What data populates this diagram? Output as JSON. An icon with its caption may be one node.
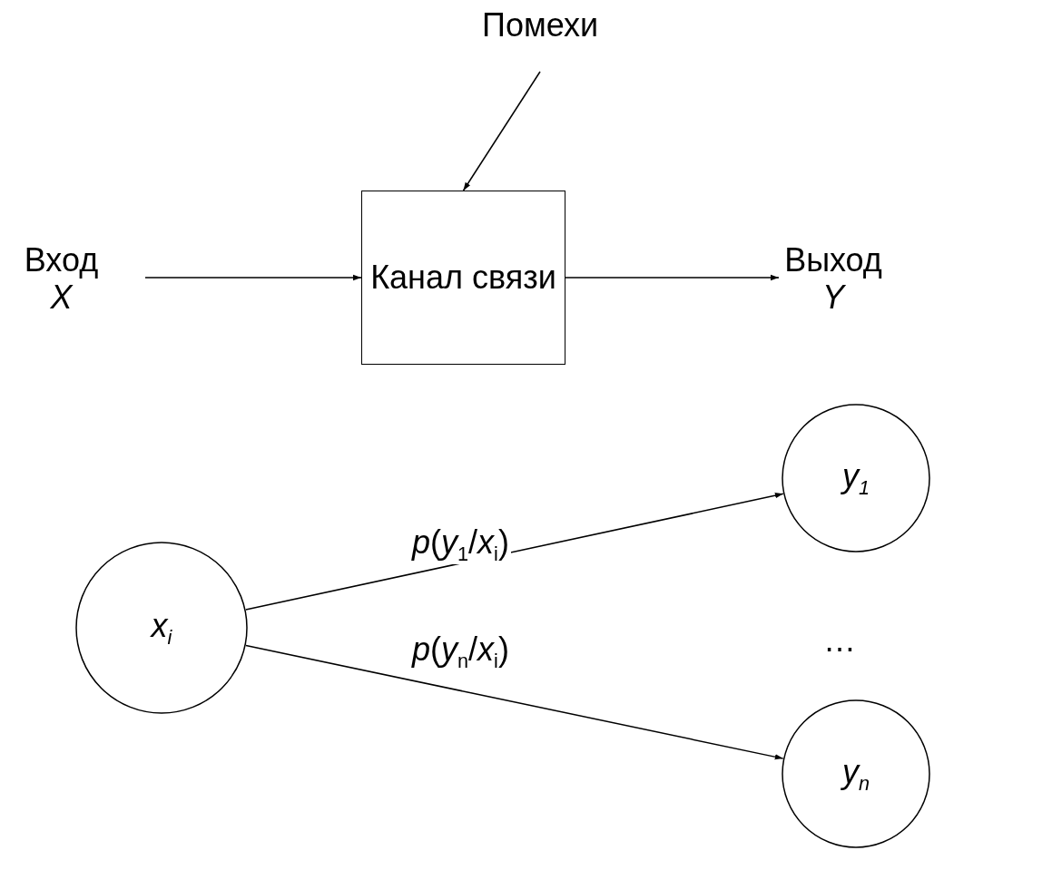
{
  "diagram": {
    "nodes": [
      {
        "text": [
          "Помехи"
        ]
      },
      {
        "text": [
          "Вход",
          "X"
        ]
      },
      {
        "text": [
          "Канал связи"
        ]
      },
      {
        "text": [
          "Выход",
          "Y"
        ]
      },
      {
        "text": [
          "x$_{i}$"
        ]
      },
      {
        "text": [
          "y$_{1}$"
        ]
      },
      {
        "text": [
          "y$_{n}$"
        ]
      }
    ],
    "edges": [
      {
        "from": 0,
        "to": 2,
        "arrow": "to"
      },
      {
        "from": 1,
        "to": 2,
        "arrow": "to"
      },
      {
        "from": 2,
        "to": 3,
        "arrow": "to"
      },
      {
        "from": 4,
        "to": 5,
        "arrow": "to",
        "label": "*p*(*y*$_{1}$/*x*$_{i}$)"
      },
      {
        "from": 4,
        "to": 6,
        "arrow": "to",
        "label": "*p*(*y*$_{n}$/*x*$_{i}$)"
      }
    ],
    "labels": [
      "…"
    ]
  }
}
